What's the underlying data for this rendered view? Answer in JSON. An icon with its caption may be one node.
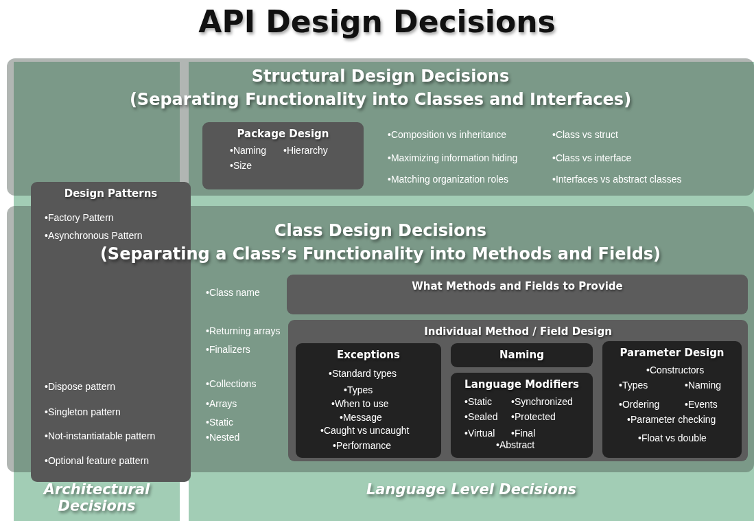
{
  "diagram": {
    "title": "API Design Decisions",
    "nodes": [
      {
        "text": [
          "Architectural Decisions"
        ]
      },
      {
        "text": [
          "Language Level Decisions"
        ]
      },
      {
        "text": [
          "Structural Design Decisions",
          "(Separating Functionality into Classes and Interfaces)"
        ]
      },
      {
        "text": [
          "Design Patterns",
          "•Factory Pattern",
          "•Asynchronous Pattern",
          "•Dispose pattern",
          "•Singleton pattern",
          "•Not-instantiatable pattern",
          "•Optional feature pattern"
        ],
        "in": 0
      },
      {
        "text": [
          "Package Design",
          "•Naming",
          "•Hierarchy",
          "•Size"
        ]
      },
      {
        "text": [
          "Class Design Decisions",
          "(Separating a Class’s Functionality into Methods and Fields)"
        ]
      },
      {
        "text": [
          "What Methods and Fields to Provide"
        ]
      },
      {
        "text": [
          "Individual Method  / Field Design"
        ]
      },
      {
        "text": [
          "Exceptions",
          "•Standard types",
          "•Types",
          "•When to use",
          "•Message",
          "•Caught vs uncaught",
          "•Performance"
        ],
        "in": 7
      },
      {
        "text": [
          "Naming"
        ],
        "in": 7
      },
      {
        "text": [
          "Language Modifiers",
          "•Static",
          "•Synchronized",
          "•Sealed",
          "•Protected",
          "•Virtual",
          "•Final",
          "•Abstract"
        ],
        "in": 7
      },
      {
        "text": [
          "Parameter Design",
          "•Constructors",
          "•Types",
          "•Naming",
          "•Ordering",
          "•Events",
          "•Parameter checking",
          "•Float vs double"
        ],
        "in": 7
      }
    ],
    "labels": [
      "•Composition vs inheritance",
      "•Class vs struct",
      "•Maximizing information hiding",
      "•Class vs interface",
      "•Matching organization roles",
      "•Interfaces vs abstract classes",
      "•Class name",
      "•Returning arrays",
      "•Finalizers",
      "•Collections",
      "•Arrays",
      "•Static",
      "•Nested"
    ]
  }
}
